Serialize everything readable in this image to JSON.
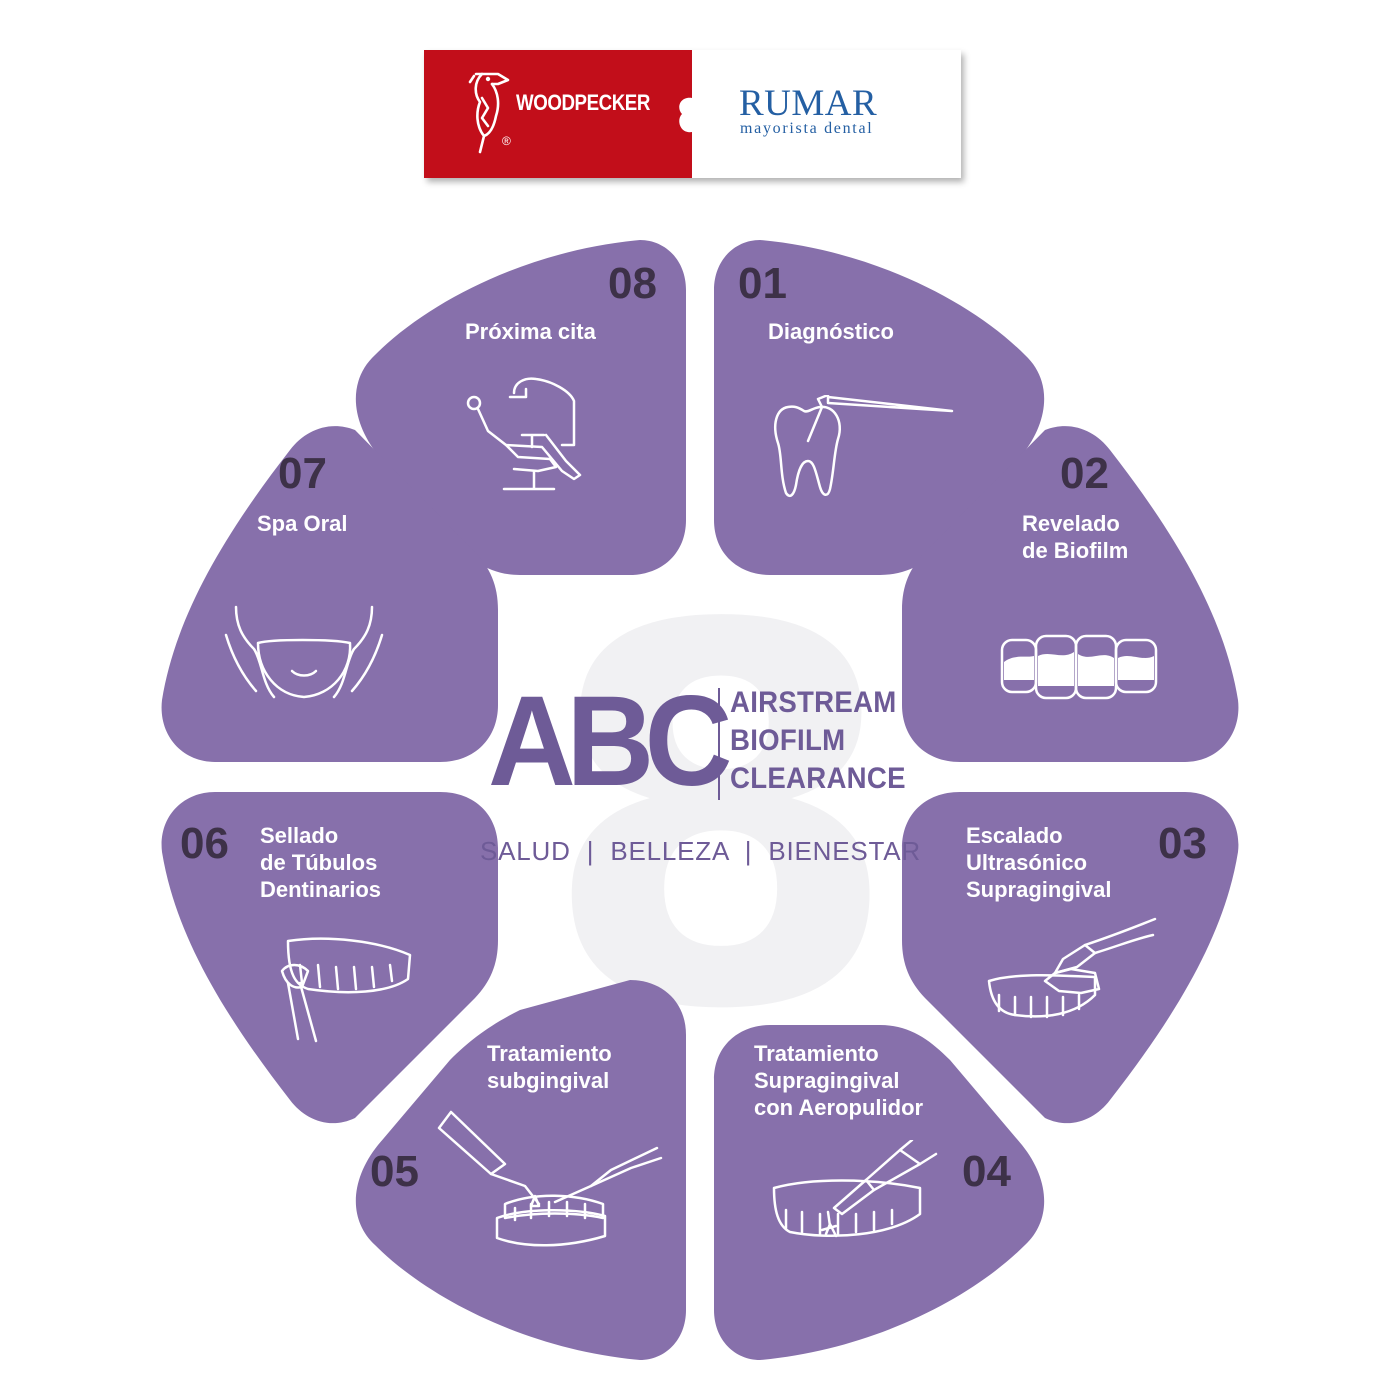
{
  "brand": {
    "woodpecker": "WOODPECKER",
    "registered": "®",
    "rumar": "RUMAR",
    "rumar_sub": "mayorista dental"
  },
  "center": {
    "big_number": "8",
    "logo_letters": "ABC",
    "title_lines": [
      "AIRSTREAM",
      "BIOFILM",
      "CLEARANCE"
    ],
    "tagline": "SALUD  |  BELLEZA  |  BIENESTAR"
  },
  "steps": [
    {
      "number": "01",
      "label": [
        "Diagnóstico"
      ],
      "icon": "tooth-probe-icon"
    },
    {
      "number": "02",
      "label": [
        "Revelado",
        "de Biofilm"
      ],
      "icon": "stained-teeth-icon"
    },
    {
      "number": "03",
      "label": [
        "Escalado",
        "Ultrasónico",
        "Supragingival"
      ],
      "icon": "ultrasonic-scaler-icon"
    },
    {
      "number": "04",
      "label": [
        "Tratamiento",
        "Supragingival",
        "con Aeropulidor"
      ],
      "icon": "air-polisher-icon"
    },
    {
      "number": "05",
      "label": [
        "Tratamiento",
        "subgingival"
      ],
      "icon": "subgingival-tools-icon"
    },
    {
      "number": "06",
      "label": [
        "Sellado",
        "de Túbulos",
        "Dentinarios"
      ],
      "icon": "polishing-cup-icon"
    },
    {
      "number": "07",
      "label": [
        "Spa Oral"
      ],
      "icon": "face-hands-icon"
    },
    {
      "number": "08",
      "label": [
        "Próxima cita"
      ],
      "icon": "dental-chair-icon"
    }
  ],
  "colors": {
    "petal": "#8770ab",
    "number": "#3d3148",
    "accent": "#6e5b97",
    "woodpecker_red": "#c20e1a",
    "rumar_blue": "#245fa3"
  }
}
